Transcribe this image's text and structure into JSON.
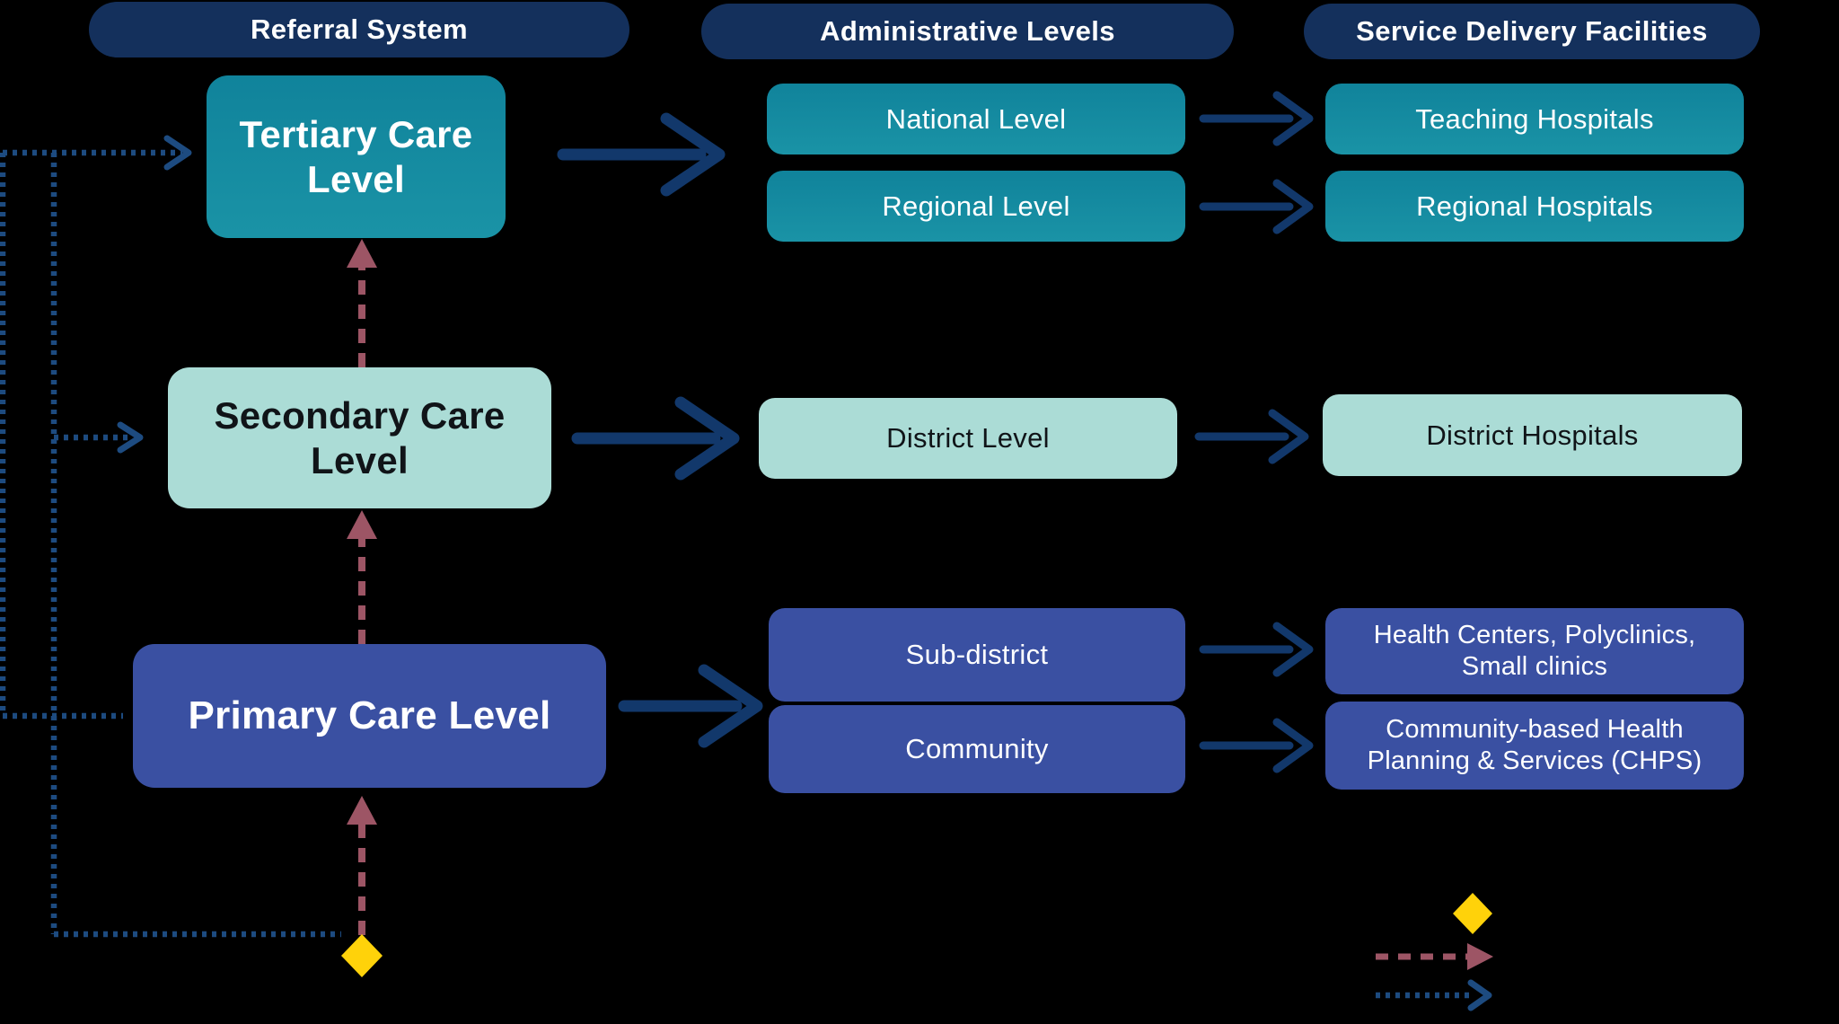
{
  "headers": {
    "referral": "Referral System",
    "admin": "Administrative Levels",
    "facilities": "Service Delivery Facilities"
  },
  "care_levels": {
    "tertiary": "Tertiary Care\nLevel",
    "secondary": "Secondary Care\nLevel",
    "primary": "Primary Care Level"
  },
  "admin_levels": {
    "national": "National Level",
    "regional": "Regional Level",
    "district": "District Level",
    "subdistrict": "Sub-district",
    "community": "Community"
  },
  "facilities": {
    "teaching": "Teaching Hospitals",
    "regional": "Regional Hospitals",
    "district": "District Hospitals",
    "health_centers": "Health Centers, Polyclinics,\nSmall clinics",
    "chps": "Community-based Health\nPlanning & Services (CHPS)"
  },
  "legend": {
    "entry_point_symbol": "yellow-diamond",
    "upward_referral_symbol": "maroon-dashed-arrow",
    "access_path_symbol": "navy-dotted-arrow"
  },
  "colors": {
    "background": "#000000",
    "header_navy": "#14305c",
    "teal": "#1589a0",
    "mint": "#abdcd6",
    "royal_blue": "#3a50a2",
    "solid_arrow_navy": "#12386b",
    "dotted_line_blue": "#1d4b80",
    "referral_maroon": "#9d5565",
    "entry_yellow": "#ffd20a",
    "text_light": "#ffffff",
    "text_dark": "#101418"
  }
}
